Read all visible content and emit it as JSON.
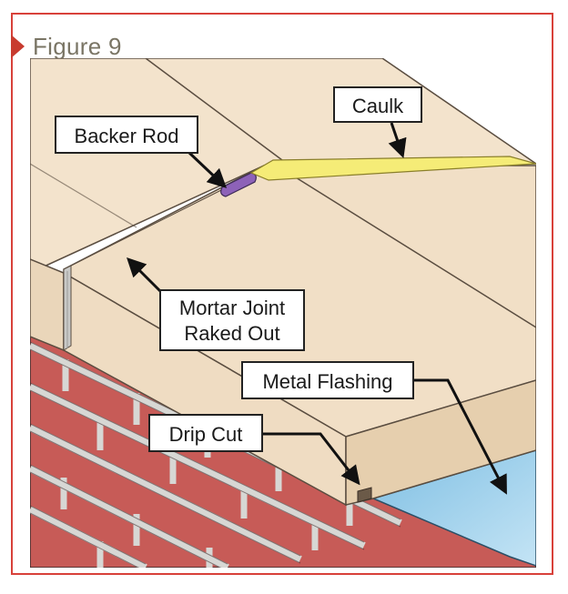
{
  "figure": {
    "title": "Figure 9",
    "accent_color": "#d8413a",
    "title_color": "#7a7565"
  },
  "labels": {
    "caulk": "Caulk",
    "backer_rod": "Backer Rod",
    "mortar_joint_line1": "Mortar Joint",
    "mortar_joint_line2": "Raked Out",
    "metal_flashing": "Metal Flashing",
    "drip_cut": "Drip Cut"
  },
  "colors": {
    "stone": "#f1dfc6",
    "brick": "#c75b57",
    "mortar": "#d7d7d4",
    "caulk": "#f5ec77",
    "backer_rod": "#8d62b8",
    "flashing": "#9fd1ec"
  }
}
